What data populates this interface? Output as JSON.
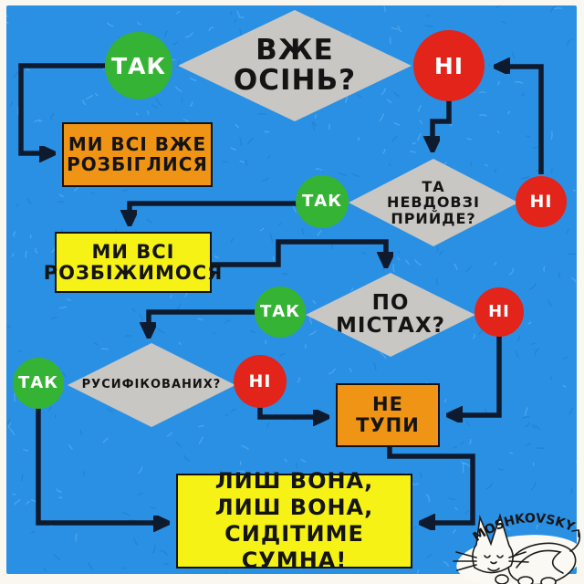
{
  "colors": {
    "page_bg": "#faf7f0",
    "canvas_bg": "#2a90e4",
    "doodle_dark": "#1a7acb",
    "doodle_light": "#6cb8f2",
    "line": "#0e1a2e",
    "diamond": "#c9c7c3",
    "green": "#35b335",
    "red": "#e2241a",
    "orange": "#ef9414",
    "yellow": "#f6f215",
    "box_border": "#121212",
    "ink": "#141414",
    "circle_text": "#ffffff"
  },
  "nodes": {
    "q_autumn": {
      "lines": [
        "ВЖЕ",
        "ОСІНЬ?"
      ]
    },
    "yes_autumn": {
      "label": "ТАК"
    },
    "no_autumn": {
      "label": "НІ"
    },
    "box_already_scattered": {
      "lines": [
        "МИ ВСІ ВЖЕ",
        "РОЗБІГЛИСЯ"
      ]
    },
    "q_coming_soon": {
      "lines": [
        "ТА",
        "НЕВДОВЗІ",
        "ПРИЙДЕ?"
      ]
    },
    "yes_coming_soon": {
      "label": "ТАК"
    },
    "no_coming_soon": {
      "label": "НІ"
    },
    "box_will_scatter": {
      "lines": [
        "МИ ВСІ",
        "РОЗБІЖИМОСЯ"
      ]
    },
    "q_cities": {
      "lines": [
        "ПО",
        "МІСТАХ?"
      ]
    },
    "yes_cities": {
      "label": "ТАК"
    },
    "no_cities": {
      "label": "НІ"
    },
    "q_russified": {
      "lines": [
        "РУСИФІКОВАНИХ?"
      ]
    },
    "yes_russified": {
      "label": "ТАК"
    },
    "no_russified": {
      "label": "НІ"
    },
    "box_dont_be_dumb": {
      "lines": [
        "НЕ",
        "ТУПИ"
      ]
    },
    "box_finale": {
      "lines": [
        "ЛИШ ВОНА,",
        "ЛИШ ВОНА,",
        "СИДІТИМЕ СУМНА!"
      ]
    }
  },
  "signature": {
    "label": "MOSHKOVSKY"
  }
}
